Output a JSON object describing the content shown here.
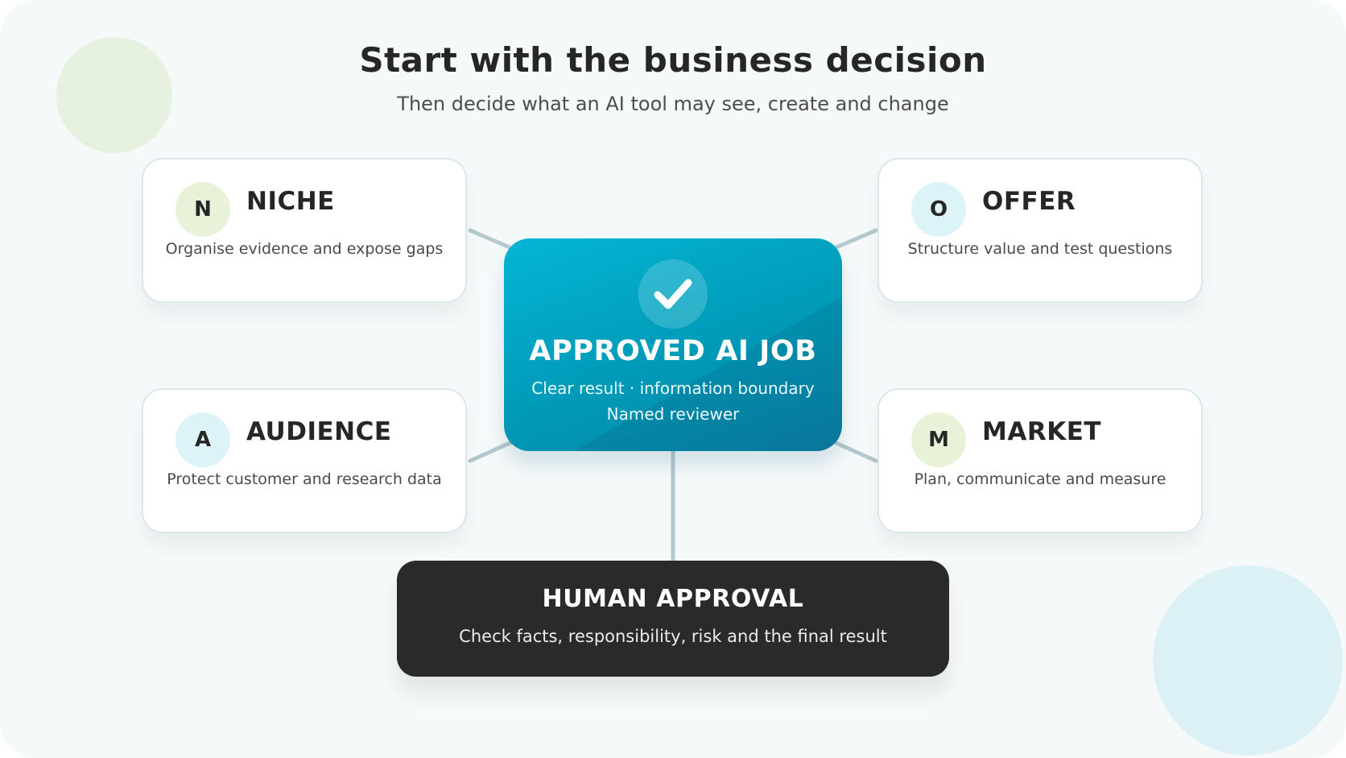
{
  "header": {
    "title": "Start with the business decision",
    "subtitle": "Then decide what an AI tool may see, create and change"
  },
  "center": {
    "icon": "checkmark-icon",
    "title": "APPROVED AI JOB",
    "line1": "Clear result · information boundary",
    "line2": "Named reviewer"
  },
  "cards": {
    "niche": {
      "letter": "N",
      "title": "NICHE",
      "desc": "Organise evidence and expose gaps",
      "badge_color": "#e7f2d9"
    },
    "offer": {
      "letter": "O",
      "title": "OFFER",
      "desc": "Structure value and test questions",
      "badge_color": "#dcf3f8"
    },
    "audience": {
      "letter": "A",
      "title": "AUDIENCE",
      "desc": "Protect customer and research data",
      "badge_color": "#dcf3f8"
    },
    "market": {
      "letter": "M",
      "title": "MARKET",
      "desc": "Plan, communicate and measure",
      "badge_color": "#e7f2d9"
    }
  },
  "approval": {
    "title": "HUMAN APPROVAL",
    "desc": "Check facts, responsibility, risk and the final result"
  },
  "colors": {
    "accent": "#00a7c6",
    "dark": "#2a2a2a",
    "connector": "#b5c8ce",
    "background": "#f6f9fa"
  }
}
